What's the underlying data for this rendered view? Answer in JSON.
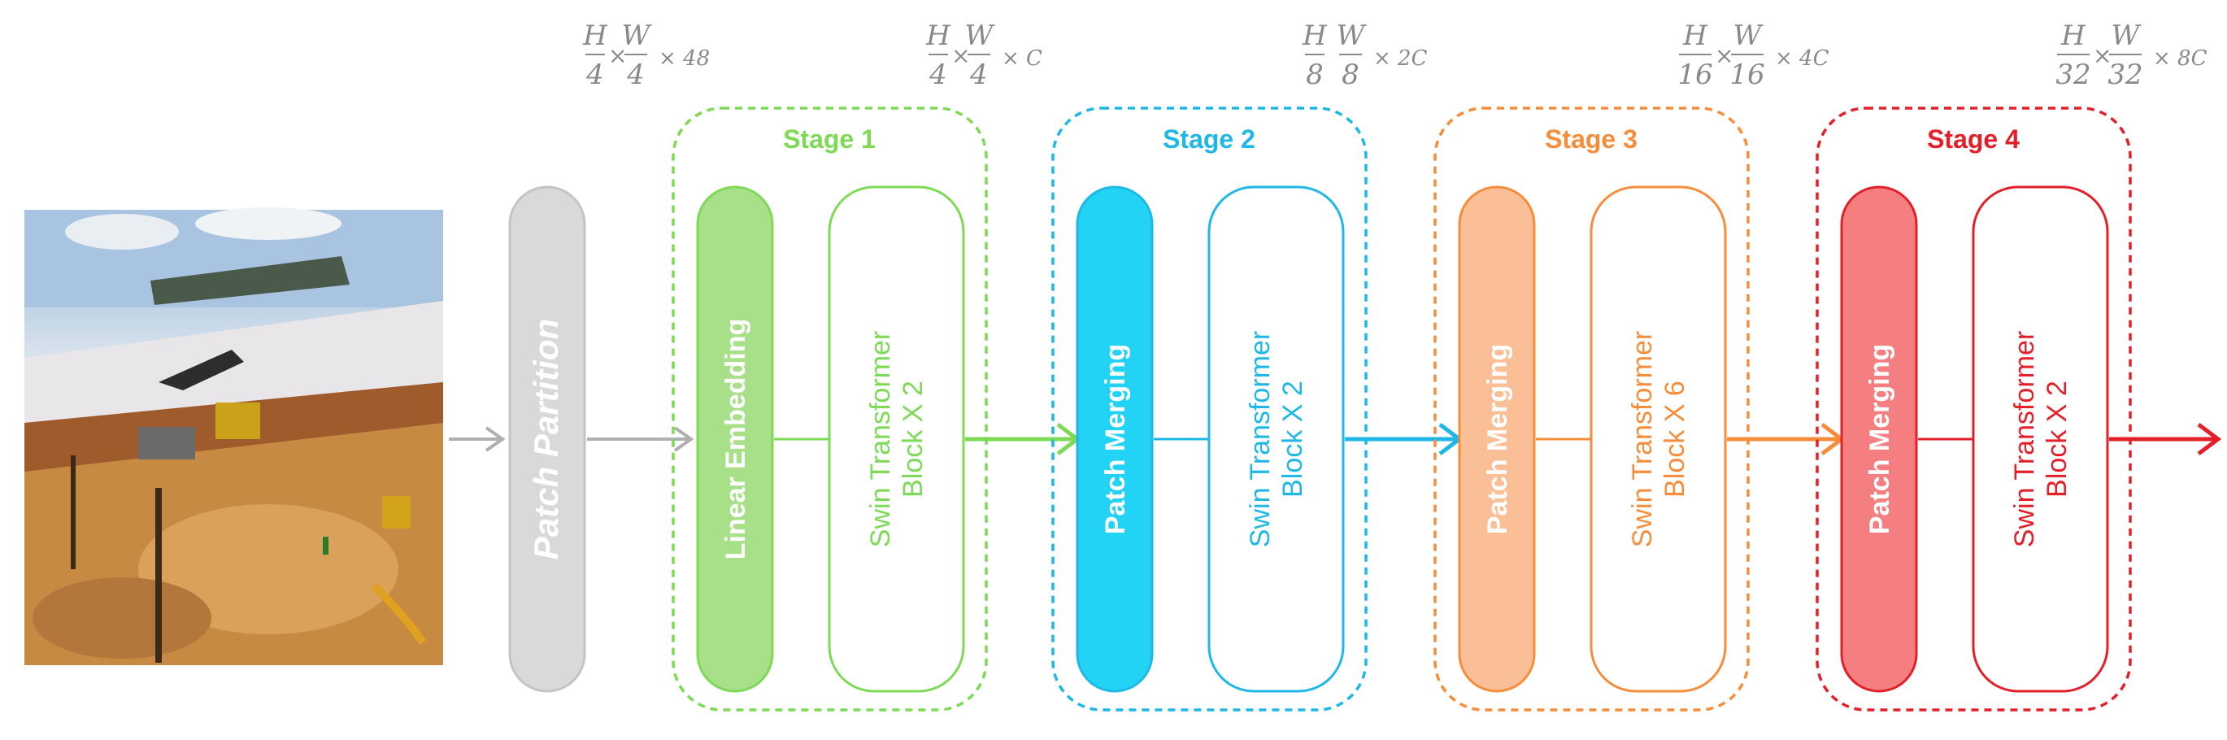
{
  "input_image": {
    "description": "construction-site-photo"
  },
  "patch_partition": {
    "label": "Patch Partition",
    "color": "#d9d9d9"
  },
  "dims": [
    {
      "num": "H",
      "den1": "4",
      "num2": "W",
      "den2": "4",
      "times": "×",
      "suffix": "× 48"
    },
    {
      "num": "H",
      "den1": "4",
      "num2": "W",
      "den2": "4",
      "times": "×",
      "suffix": "× C"
    },
    {
      "num": "H",
      "den1": "8",
      "num2": "W",
      "den2": "8",
      "times": "",
      "suffix": "× 2C"
    },
    {
      "num": "H",
      "den1": "16",
      "num2": "W",
      "den2": "16",
      "times": "×",
      "suffix": "× 4C"
    },
    {
      "num": "H",
      "den1": "32",
      "num2": "W",
      "den2": "32",
      "times": "×",
      "suffix": "× 8C"
    }
  ],
  "stages": [
    {
      "title": "Stage 1",
      "color": "#7ed957",
      "fill": "#a8e08a",
      "first_label": "Linear Embedding",
      "block_label_1": "Swin Transformer",
      "block_label_2": "Block X 2"
    },
    {
      "title": "Stage 2",
      "color": "#1fb8e6",
      "fill": "#22d3f5",
      "first_label": "Patch Merging",
      "block_label_1": "Swin Transformer",
      "block_label_2": "Block X 2"
    },
    {
      "title": "Stage 3",
      "color": "#f68d3b",
      "fill": "#fbbf98",
      "first_label": "Patch Merging",
      "block_label_1": "Swin Transformer",
      "block_label_2": "Block X 6"
    },
    {
      "title": "Stage 4",
      "color": "#e3202a",
      "fill": "#f57f80",
      "first_label": "Patch Merging",
      "block_label_1": "Swin Transformer",
      "block_label_2": "Block X 2"
    }
  ],
  "colors": {
    "gray_arrow": "#b0b0b0"
  }
}
